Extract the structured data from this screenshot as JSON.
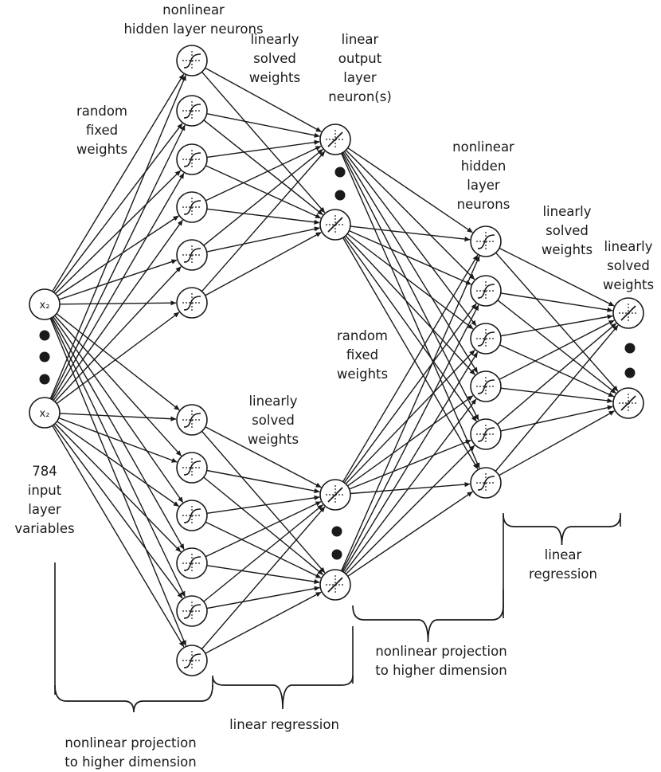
{
  "input_nodes": [
    {
      "id": "in1",
      "label": "x₂"
    },
    {
      "id": "in2",
      "label": "x₂"
    }
  ],
  "labels": {
    "hidden1_title": "nonlinear\nhidden layer neurons",
    "random_fixed_weights_1": "random\nfixed\nweights",
    "linearly_solved_1": "linearly\nsolved\nweights",
    "output_title": "linear\noutput\nlayer\nneuron(s)",
    "hidden2_title": "nonlinear\nhidden\nlayer\nneurons",
    "linearly_solved_2": "linearly\nsolved\nweights",
    "linearly_solved_3": "linearly\nsolved\nweights",
    "random_fixed_weights_2": "random\nfixed\nweights",
    "linearly_solved_4": "linearly\nsolved\nweights",
    "input_caption": "784\ninput\nlayer\nvariables",
    "brace_nonlinear_1": "nonlinear projection\nto higher dimension",
    "brace_linear_regression_1": "linear regression",
    "brace_nonlinear_2": "nonlinear projection\nto higher dimension",
    "brace_linear_regression_2": "linear\nregression"
  },
  "icons": {
    "sigmoid_neuron": "sigmoid-activation-icon",
    "linear_neuron": "linear-activation-icon",
    "ellipsis": "vertical-ellipsis-dots"
  },
  "colors": {
    "line": "#1a1a1a",
    "background": "#ffffff"
  }
}
